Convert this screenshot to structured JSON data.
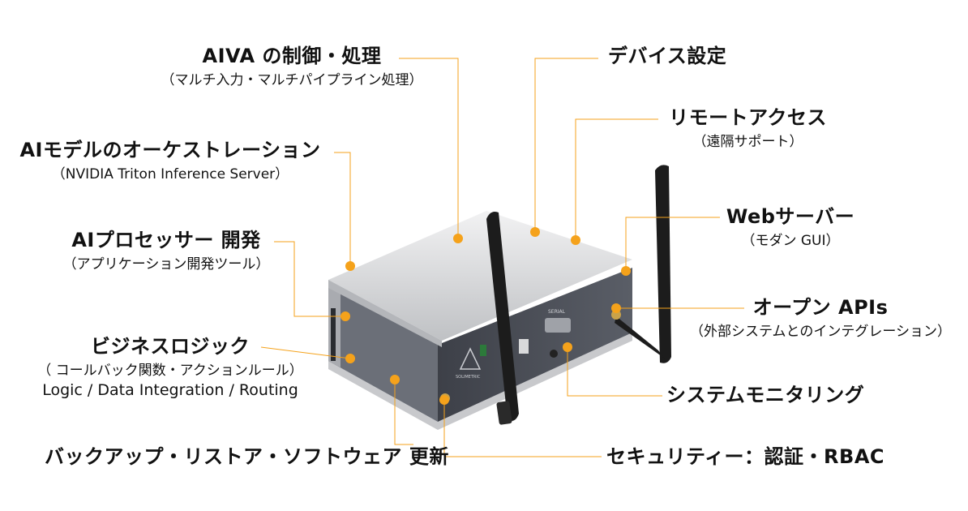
{
  "colors": {
    "accent": "#f5a21b",
    "body": "#4a4e57",
    "fins": "#d9dadb",
    "antenna": "#1c1c1c"
  },
  "labels": {
    "aiva": {
      "title": "AIVA の制御・処理",
      "sub": "（マルチ入力・マルチパイプライン処理）"
    },
    "orchestration": {
      "title": "AIモデルのオーケストレーション",
      "sub": "（NVIDIA Triton Inference Server）"
    },
    "processor": {
      "title": "AIプロセッサー 開発",
      "sub": "（アプリケーション開発ツール）"
    },
    "business": {
      "title": "ビジネスロジック",
      "sub": "（ コールバック関数・アクションルール）",
      "sub2": "Logic / Data Integration / Routing"
    },
    "backup": {
      "title": "バックアップ・リストア・ソフトウェア 更新"
    },
    "device": {
      "title": "デバイス設定"
    },
    "remote": {
      "title": "リモートアクセス",
      "sub": "（遠隔サポート）"
    },
    "web": {
      "title": "Webサーバー",
      "sub": "（モダン GUI）"
    },
    "openapi": {
      "title": "オープン APIs",
      "sub": "（外部システムとのインテグレーション）"
    },
    "monitoring": {
      "title": "システムモニタリング"
    },
    "security": {
      "title": "セキュリティー：認証・RBAC"
    }
  },
  "device_text": {
    "port_label": "SERIAL",
    "brand": "SOLIMETRIC"
  }
}
